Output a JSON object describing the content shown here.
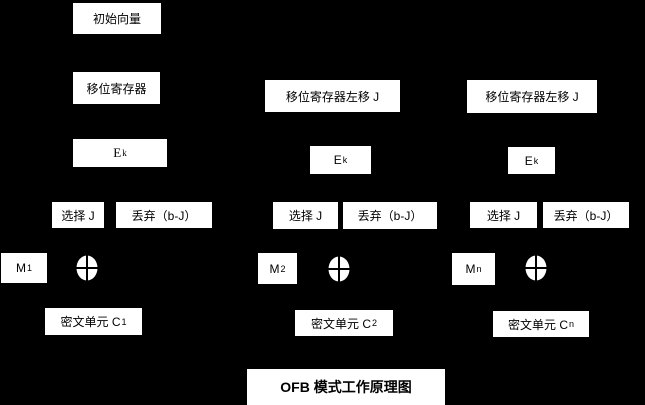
{
  "title": "OFB 模式工作原理图",
  "colors": {
    "background": "#000000",
    "box_background": "#ffffff",
    "box_text": "#000000"
  },
  "columns": [
    {
      "init_vector": "初始向量",
      "register": "移位寄存器",
      "encrypt_base": "E",
      "encrypt_sub": "k",
      "select": "选择 J",
      "discard": "丢弃（b-J）",
      "message_base": "M",
      "message_sub": "1",
      "ciphertext_base": "密文单元 C",
      "ciphertext_sub": "1",
      "xor_icon": "xor-circle"
    },
    {
      "register": "移位寄存器左移 J",
      "encrypt_base": "E",
      "encrypt_sub": "k",
      "select": "选择 J",
      "discard": "丢弃（b-J）",
      "message_base": "M",
      "message_sub": "2",
      "ciphertext_base": "密文单元 C",
      "ciphertext_sub": "2",
      "xor_icon": "xor-circle"
    },
    {
      "register": "移位寄存器左移 J",
      "encrypt_base": "E",
      "encrypt_sub": "k",
      "select": "选择 J",
      "discard": "丢弃（b-J）",
      "message_base": "M",
      "message_sub": "n",
      "ciphertext_base": "密文单元 C",
      "ciphertext_sub": "n",
      "xor_icon": "xor-circle"
    }
  ]
}
